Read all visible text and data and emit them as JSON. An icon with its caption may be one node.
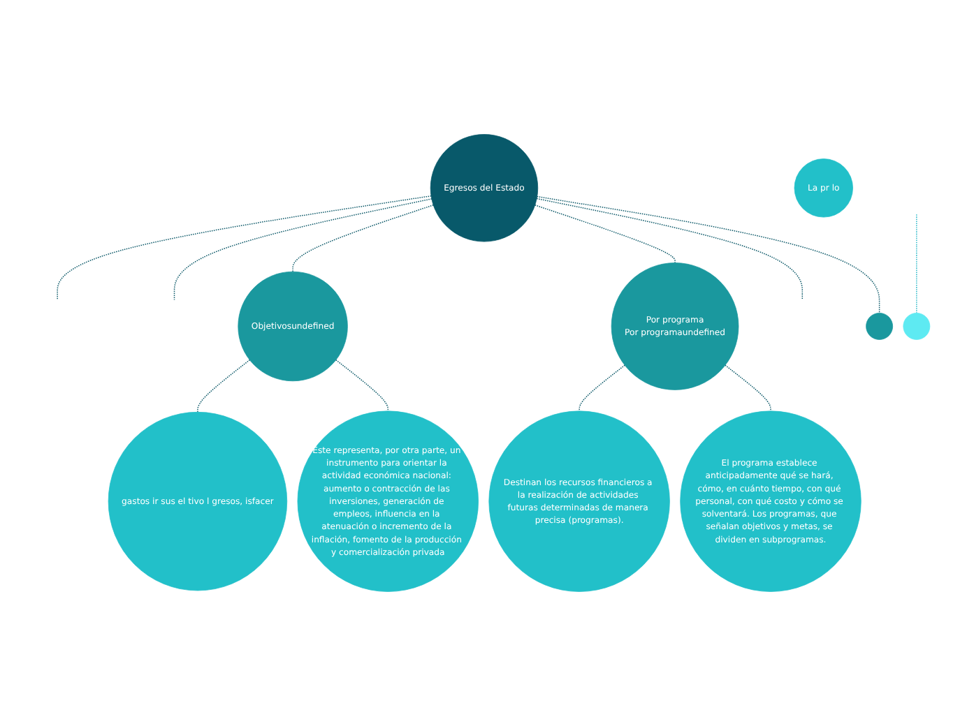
{
  "diagram": {
    "nodes": [
      {
        "text": [
          "Egresos del Estado"
        ]
      },
      {
        "text": [
          "Objetivosundefined"
        ]
      },
      {
        "text": [
          "Por programa",
          "Por programaundefined"
        ]
      },
      {
        "text": [],
        "shape": "circle"
      },
      {
        "text": [
          "gastos ir sus el tivo l gresos, isfacer"
        ]
      },
      {
        "text": [
          "Este representa, por otra parte, un instrumento para orientar la actividad económica nacional: aumento o contracción de las inversiones, generación de empleos, influencia en la atenuación o incremento de la inflación, fomento de la producción y comercialización privada"
        ]
      },
      {
        "text": [
          "Destinan los recursos financieros a la realización de actividades futuras determinadas de manera precisa (programas)."
        ]
      },
      {
        "text": [
          "El programa establece anticipadamente qué se hará, cómo, en cuánto tiempo, con qué personal, con qué costo y cómo se solventará. Los programas, que señalan objetivos y metas, se dividen en subprogramas."
        ]
      },
      {
        "text": [
          "La pr lo"
        ]
      },
      {
        "text": [],
        "shape": "circle"
      }
    ],
    "edges": [
      {
        "from": 0,
        "to": null,
        "arrow": "none",
        "style": "dashed"
      },
      {
        "from": 0,
        "to": null,
        "arrow": "none",
        "style": "dashed"
      },
      {
        "from": 0,
        "to": 1,
        "arrow": "none",
        "style": "dashed"
      },
      {
        "from": 0,
        "to": 2,
        "arrow": "none",
        "style": "dashed"
      },
      {
        "from": 0,
        "to": null,
        "arrow": "none",
        "style": "dashed"
      },
      {
        "from": 0,
        "to": 3,
        "arrow": "none",
        "style": "dashed"
      },
      {
        "from": 1,
        "to": 4,
        "arrow": "none",
        "style": "dashed"
      },
      {
        "from": 1,
        "to": 5,
        "arrow": "none",
        "style": "dashed"
      },
      {
        "from": 2,
        "to": 6,
        "arrow": "none",
        "style": "dashed"
      },
      {
        "from": 2,
        "to": 7,
        "arrow": "none",
        "style": "dashed"
      },
      {
        "from": null,
        "to": 9,
        "arrow": "none",
        "style": "dashed",
        "color": "#2ab8c8"
      }
    ]
  }
}
